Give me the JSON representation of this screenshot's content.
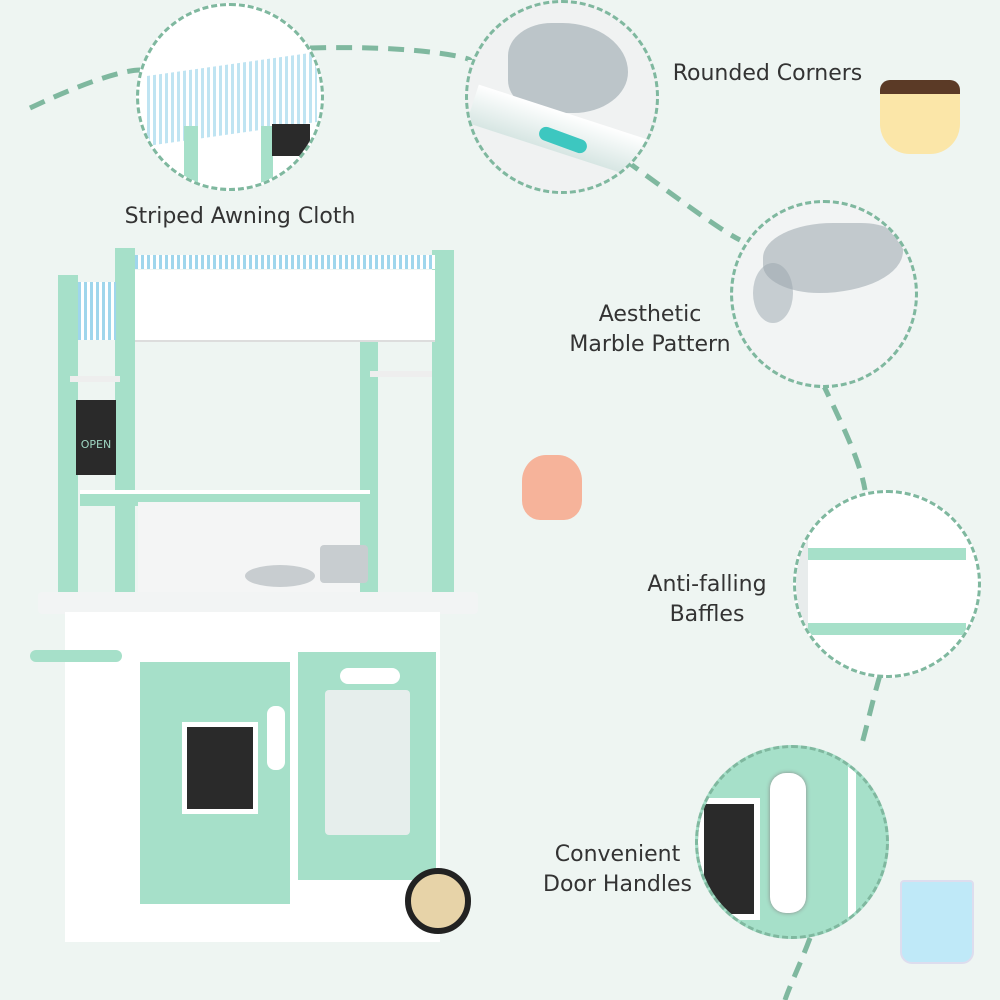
{
  "features": [
    {
      "label_lines": [
        "Striped Awning Cloth"
      ]
    },
    {
      "label_lines": [
        "Rounded Corners"
      ]
    },
    {
      "label_lines": [
        "Aesthetic",
        "Marble Pattern"
      ]
    },
    {
      "label_lines": [
        "Anti-falling",
        "Baffles"
      ]
    },
    {
      "label_lines": [
        "Convenient",
        "Door Handles"
      ]
    }
  ],
  "chalkboard_text": "OPEN",
  "colors": {
    "background": "#eef5f2",
    "mint": "#a6e0c9",
    "dash": "#7fb89f",
    "text": "#333333"
  }
}
